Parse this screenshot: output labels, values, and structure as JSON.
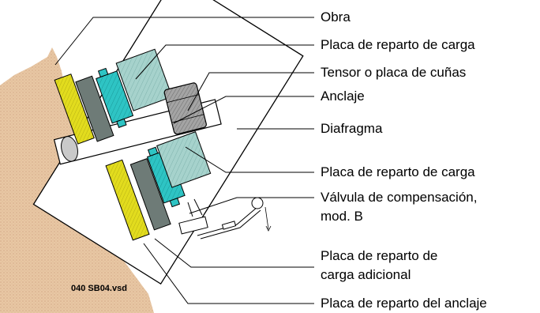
{
  "labels": {
    "obra": "Obra",
    "placa_reparto_1": "Placa de reparto de carga",
    "tensor": "Tensor o placa de cuñas",
    "anclaje": "Anclaje",
    "diafragma": "Diafragma",
    "placa_reparto_2": "Placa de reparto de carga",
    "valvula_line1": "Válvula de compensación,",
    "valvula_line2": "mod. B",
    "placa_adicional_line1": "Placa de reparto de",
    "placa_adicional_line2": "carga adicional",
    "placa_anclaje": "Placa de reparto del anclaje"
  },
  "file_name": "040 SB04.vsd",
  "colors": {
    "rock": "#e8c7a4",
    "yellow_plate": "#e2dc1e",
    "grey_plate": "#6e7b77",
    "cyan_plate": "#2ec4c4",
    "light_block": "#a6d2cc",
    "nut": "#9a9a9a"
  }
}
